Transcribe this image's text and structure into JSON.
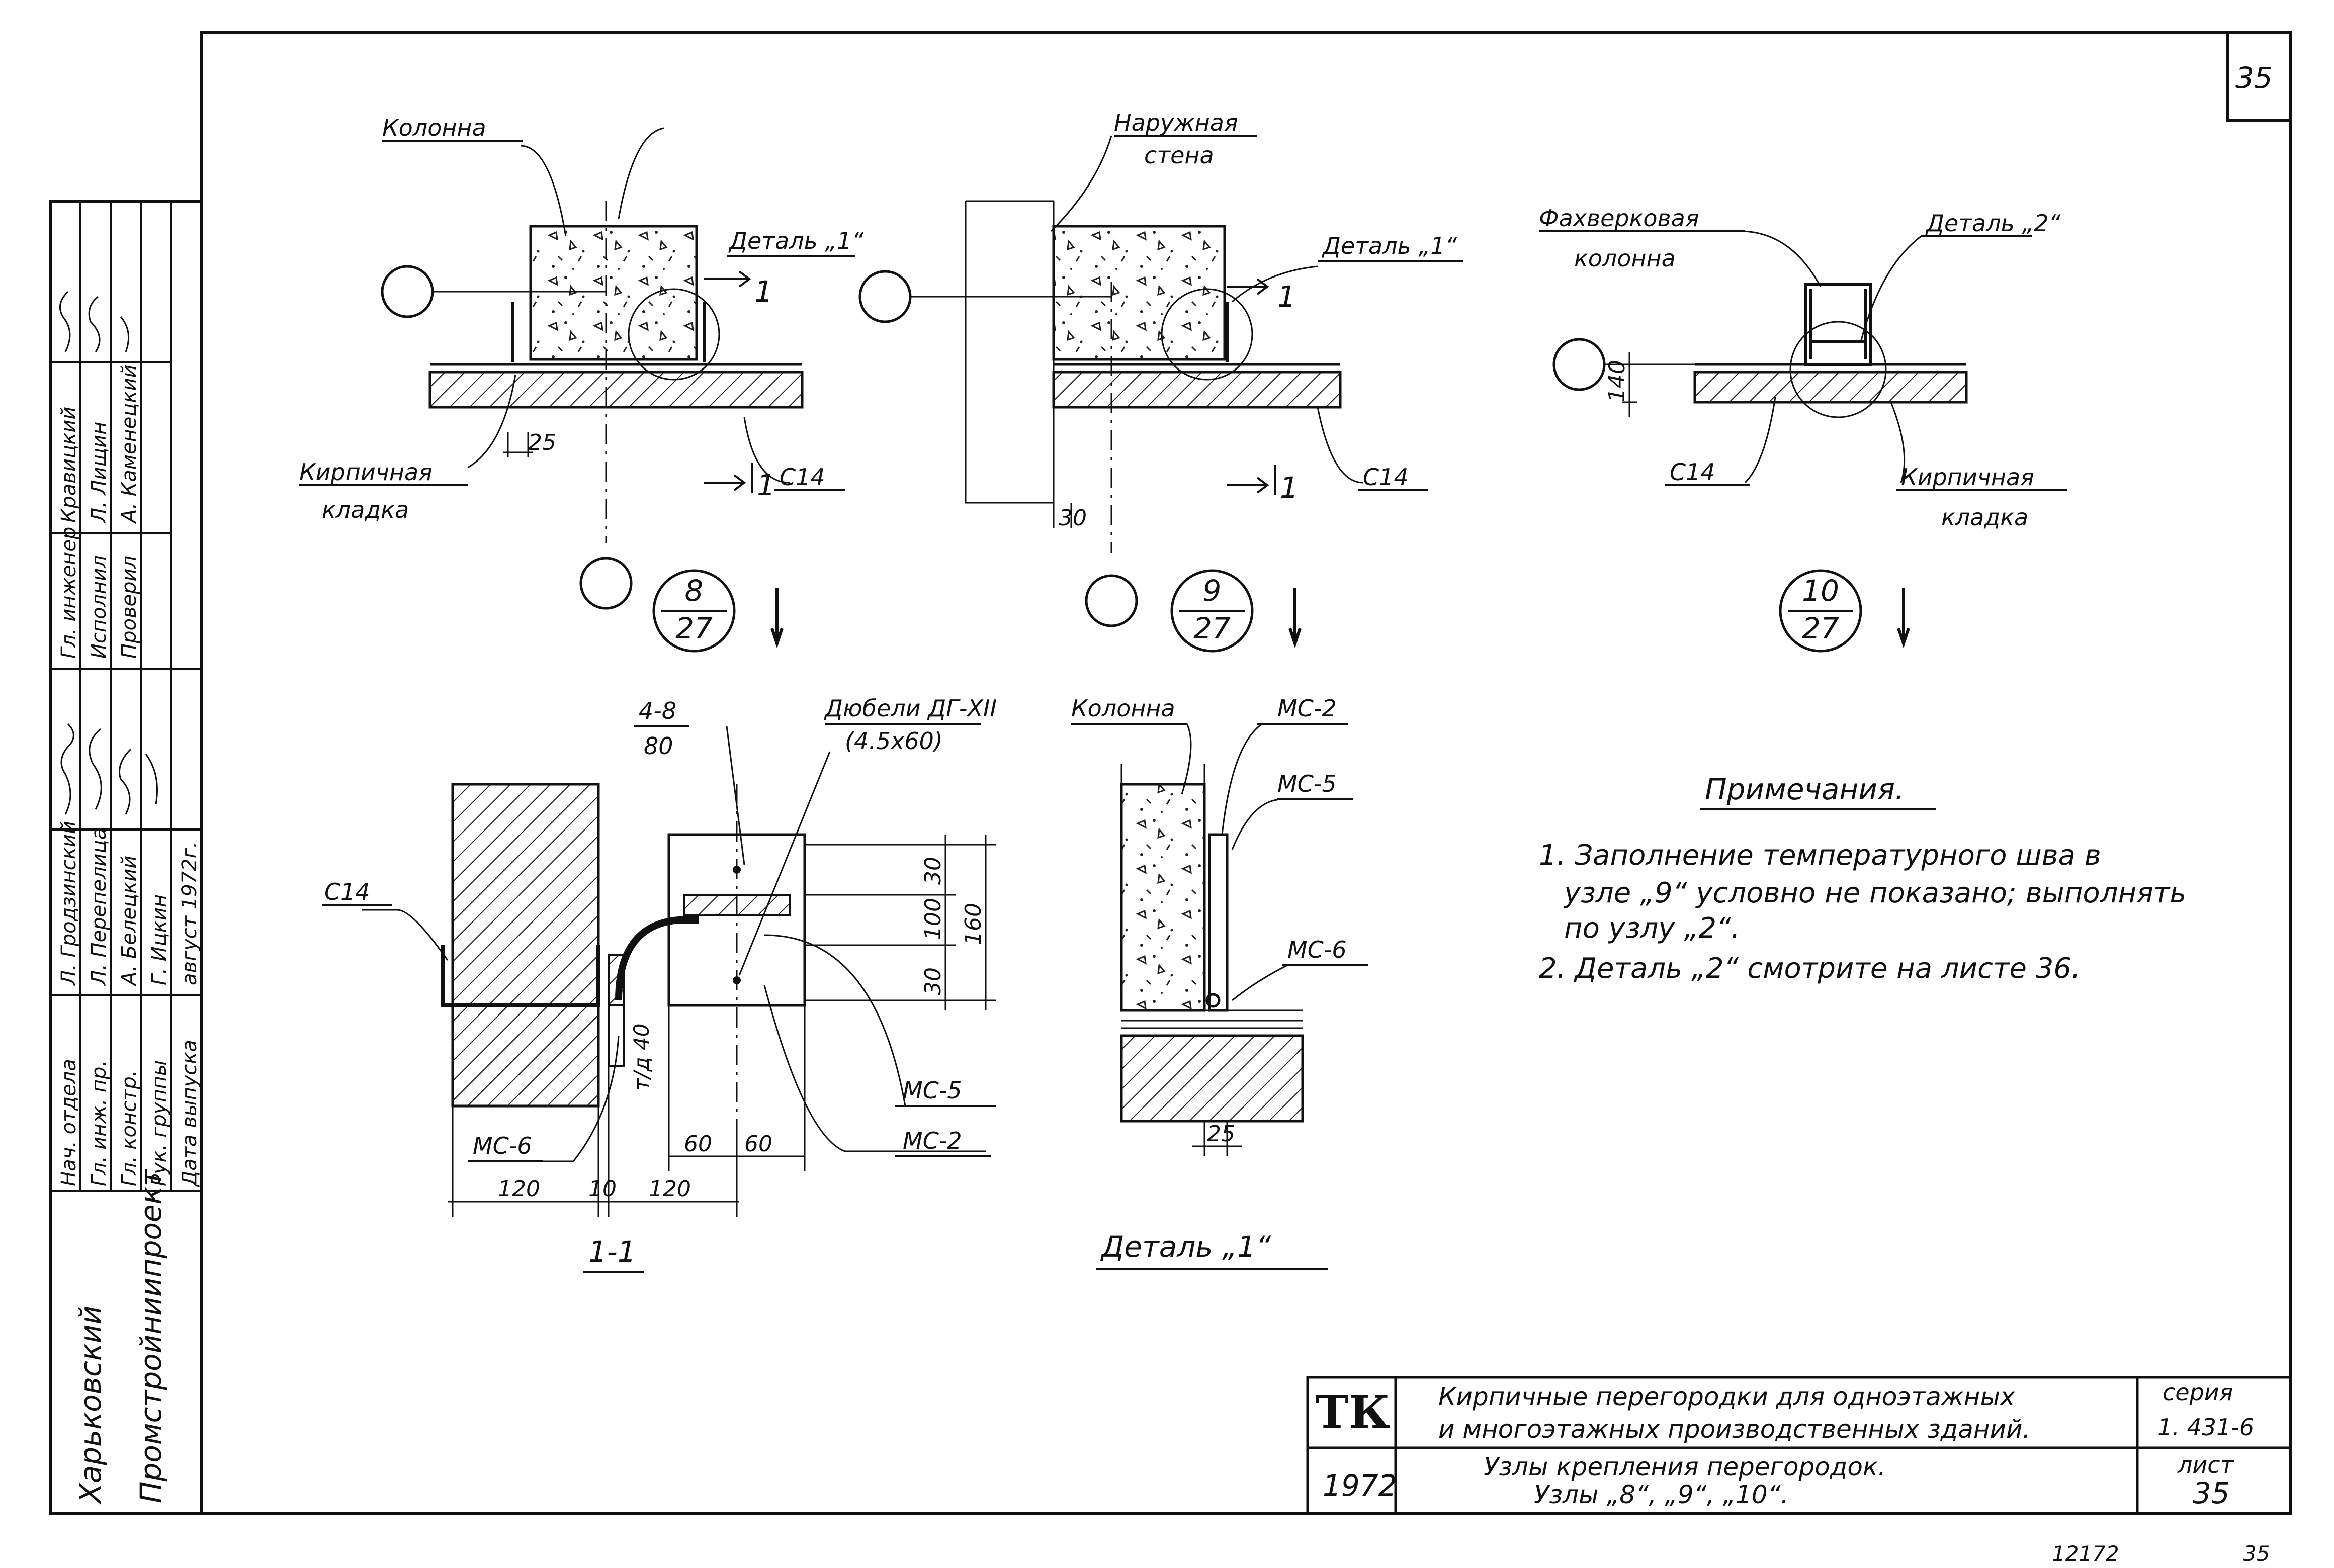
{
  "sheet_number_corner": "35",
  "bottom_marks": [
    "12172",
    "35"
  ],
  "node8": {
    "kolonna": "Колонна",
    "detail": "Деталь „1“",
    "section": "1",
    "kladka_1": "Кирпичная",
    "kladka_2": "кладка",
    "c14": "С14",
    "dim_25": "25",
    "circle_num": "8",
    "circle_den": "27"
  },
  "node9": {
    "wall_1": "Наружная",
    "wall_2": "стена",
    "detail": "Деталь „1“",
    "section": "1",
    "c14": "С14",
    "dim_30": "30",
    "circle_num": "9",
    "circle_den": "27"
  },
  "node10": {
    "col_1": "Фахверковая",
    "col_2": "колонна",
    "detail": "Деталь „2“",
    "dim_140": "140",
    "c14": "С14",
    "kladka_1": "Кирпичная",
    "kladka_2": "кладка",
    "circle_num": "10",
    "circle_den": "27"
  },
  "section11": {
    "rebar_top": "4-8",
    "rebar_bot": "80",
    "dowel": "Дюбели ДГ-XII",
    "dowel_size": "(4.5х60)",
    "c14": "С14",
    "dim_30a": "30",
    "dim_100": "100",
    "dim_30b": "30",
    "dim_160": "160",
    "dim_mc": "т/д 40",
    "mc5": "МС-5",
    "mc6": "МС-6",
    "mc2": "МС-2",
    "dim_60a": "60",
    "dim_60b": "60",
    "dim_120a": "120",
    "dim_10": "10",
    "dim_120b": "120",
    "caption": "1-1"
  },
  "detail1": {
    "kolonna": "Колонна",
    "mc2": "МС-2",
    "mc5": "МС-5",
    "mc6": "МС-6",
    "dim_25": "25",
    "caption": "Деталь „1“"
  },
  "notes": {
    "title": "Примечания.",
    "n1_l1": "1. Заполнение температурного шва в",
    "n1_l2": "узле „9“ условно не показано; выполнять",
    "n1_l3": "по узлу „2“.",
    "n2": "2. Деталь „2“ смотрите на листе 36."
  },
  "title_block": {
    "logo": "ТК",
    "year": "1972",
    "title_l1": "Кирпичные перегородки для одноэтажных",
    "title_l2": "и многоэтажных производственных зданий.",
    "sub_l1": "Узлы крепления перегородок.",
    "sub_l2": "Узлы „8“, „9“, „10“.",
    "seria_label": "серия",
    "seria_value": "1. 431-6",
    "list_label": "лист",
    "list_value": "35"
  },
  "stamp": {
    "org_1": "Харьковский",
    "org_2": "Промстройниипроект",
    "rows": [
      [
        "Нач. отдела",
        "Л. Гродзинский",
        "Гл. инженер",
        "Кравицкий"
      ],
      [
        "Гл. инж. пр.",
        "Л. Перепелица",
        "Исполнил",
        "Л. Лищин"
      ],
      [
        "Гл. констр.",
        "А. Белецкий",
        "Проверил",
        "А. Каменецкий"
      ],
      [
        "Рук. группы",
        "Г. Ицкин",
        "",
        ""
      ],
      [
        "Дата выпуска",
        "август 1972г.",
        "",
        ""
      ]
    ]
  }
}
